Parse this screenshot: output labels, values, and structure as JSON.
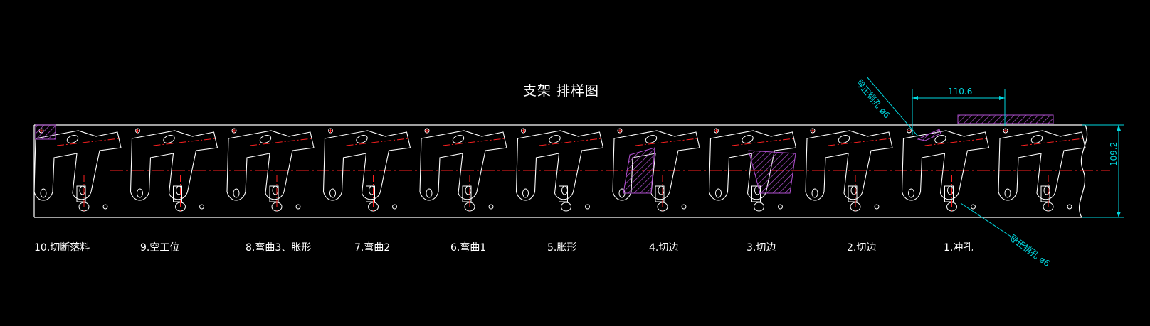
{
  "title": "支架    排样图",
  "dimensions": {
    "pitch": "110.6",
    "strip_width": "109.2",
    "pilot_hole_top": "导正销孔 ø6",
    "pilot_hole_bottom": "导正销孔 ø6"
  },
  "stations": [
    "10.切断落料",
    "9.空工位",
    "8.弯曲3、胀形",
    "7.弯曲2",
    "6.弯曲1",
    "5.胀形",
    "4.切边",
    "3.切边",
    "2.切边",
    "1.冲孔"
  ],
  "colors": {
    "background": "#000000",
    "outline": "#ffffff",
    "centerline": "#ff2020",
    "dimension": "#00d8e0",
    "hatch": "#b050d0"
  }
}
